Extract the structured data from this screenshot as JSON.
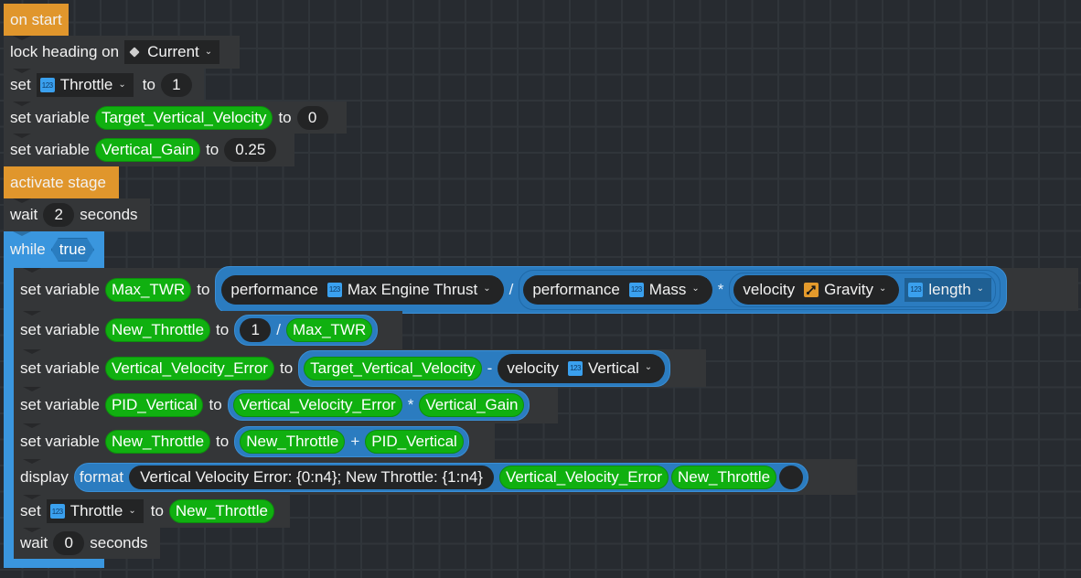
{
  "workspace": {
    "background": "#272b30",
    "grid_color": "#30353a"
  },
  "colors": {
    "event": "#e0962c",
    "statement": "#343638",
    "loop": "#3a96de",
    "variable": "#10b010",
    "expression": "#2b7cc0",
    "vector_icon": "#e39a2c",
    "number_icon": "#3aa0ee"
  },
  "icons": {
    "number_type": "123-number-icon",
    "vector_type": "vector-arrow-icon",
    "heading_mode": "diamond-icon",
    "dropdown": "chevron-down-icon"
  },
  "blocks": {
    "on_start": {
      "label": "on start"
    },
    "lock_heading": {
      "label": "lock heading on",
      "mode": "Current"
    },
    "set_throttle_1": {
      "label": "set",
      "property": "Throttle",
      "to": "to",
      "value": "1"
    },
    "set_tvv": {
      "label": "set variable",
      "var": "Target_Vertical_Velocity",
      "to": "to",
      "value": "0"
    },
    "set_vg": {
      "label": "set variable",
      "var": "Vertical_Gain",
      "to": "to",
      "value": "0.25"
    },
    "activate_stage": {
      "label": "activate stage"
    },
    "wait_2": {
      "label": "wait",
      "value": "2",
      "unit": "seconds"
    },
    "while": {
      "label": "while",
      "condition": "true"
    },
    "set_max_twr": {
      "label": "set variable",
      "var": "Max_TWR",
      "to": "to",
      "a_sensor": "performance",
      "a_prop": "Max Engine Thrust",
      "op1": "/",
      "b_sensor": "performance",
      "b_prop": "Mass",
      "op2": "*",
      "c_sensor": "velocity",
      "c_prop": "Gravity",
      "c_fn": "length"
    },
    "set_new_throttle": {
      "label": "set variable",
      "var": "New_Throttle",
      "to": "to",
      "lhs": "1",
      "op": "/",
      "rhs": "Max_TWR"
    },
    "set_vve": {
      "label": "set variable",
      "var": "Vertical_Velocity_Error",
      "to": "to",
      "lhs": "Target_Vertical_Velocity",
      "op": "-",
      "rhs_sensor": "velocity",
      "rhs_prop": "Vertical"
    },
    "set_pid": {
      "label": "set variable",
      "var": "PID_Vertical",
      "to": "to",
      "lhs": "Vertical_Velocity_Error",
      "op": "*",
      "rhs": "Vertical_Gain"
    },
    "set_nt2": {
      "label": "set variable",
      "var": "New_Throttle",
      "to": "to",
      "lhs": "New_Throttle",
      "op": "+",
      "rhs": "PID_Vertical"
    },
    "display": {
      "label": "display",
      "fn": "format",
      "template": "Vertical Velocity Error: {0:n4}; New Throttle: {1:n4}",
      "arg1": "Vertical_Velocity_Error",
      "arg2": "New_Throttle"
    },
    "set_throttle_nt": {
      "label": "set",
      "property": "Throttle",
      "to": "to",
      "value": "New_Throttle"
    },
    "wait_0": {
      "label": "wait",
      "value": "0",
      "unit": "seconds"
    }
  }
}
